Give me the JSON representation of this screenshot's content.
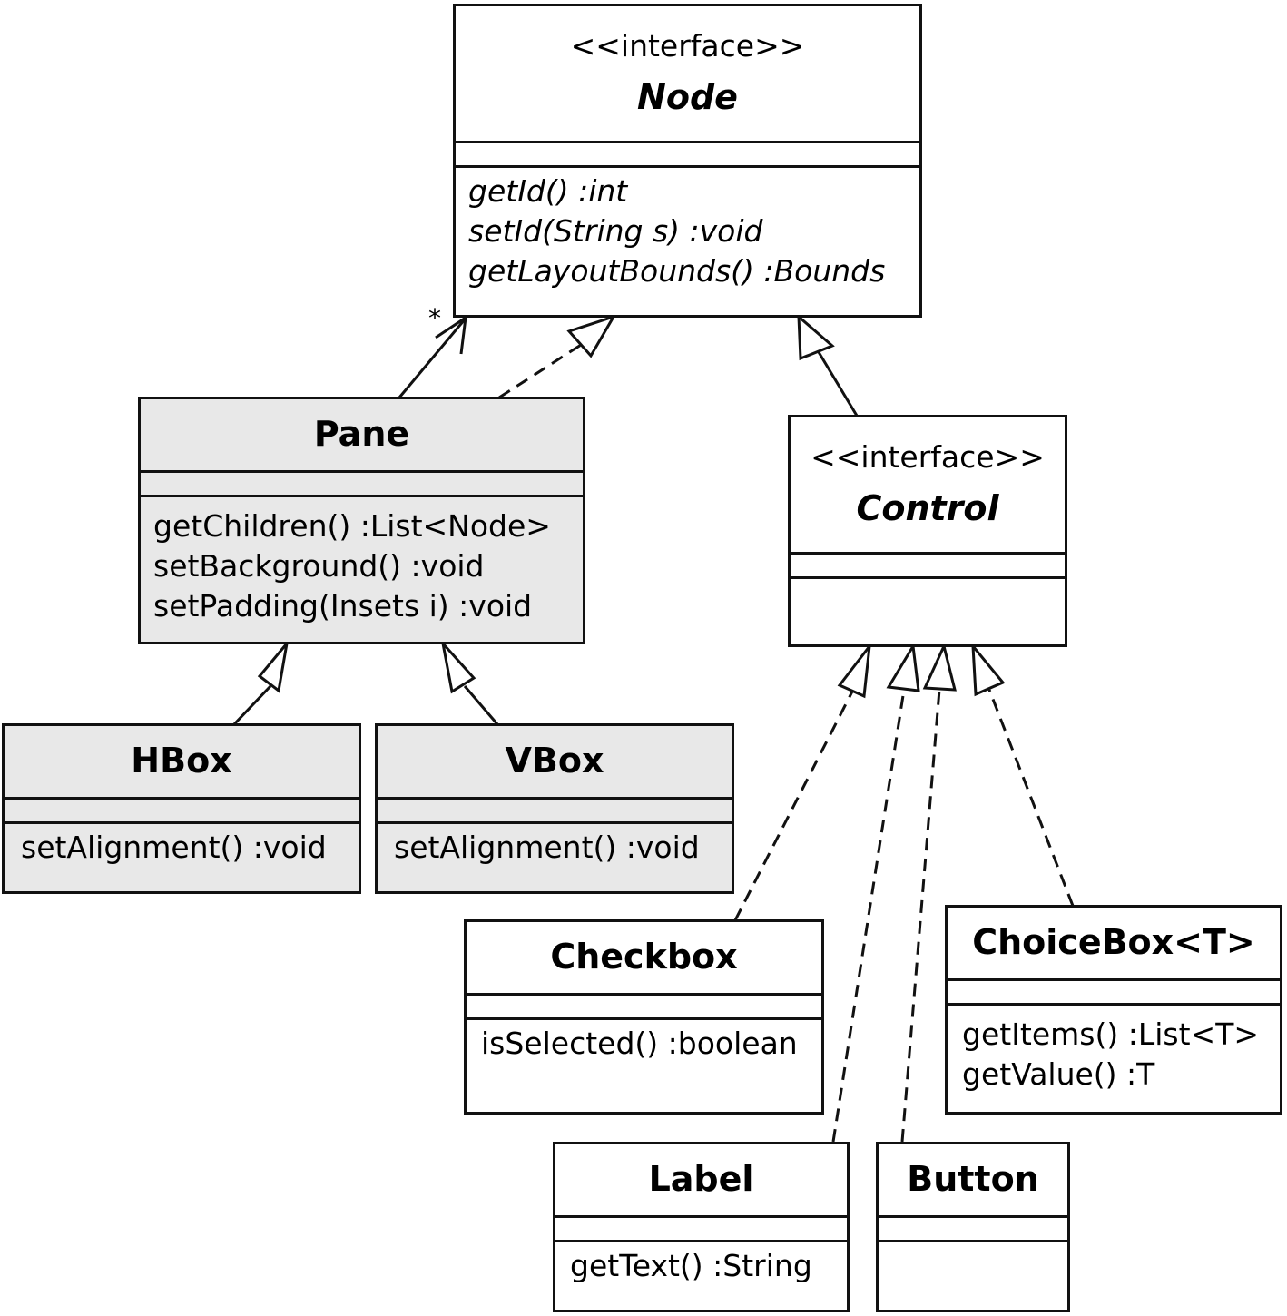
{
  "classes": {
    "node": {
      "stereotype": "<<interface>>",
      "name": "Node",
      "ops": [
        "getId() :int",
        "setId(String s) :void",
        "getLayoutBounds() :Bounds"
      ]
    },
    "pane": {
      "name": "Pane",
      "ops": [
        "getChildren() :List<Node>",
        "setBackground() :void",
        "setPadding(Insets i) :void"
      ]
    },
    "control": {
      "stereotype": "<<interface>>",
      "name": "Control"
    },
    "hbox": {
      "name": "HBox",
      "ops": [
        "setAlignment() :void"
      ]
    },
    "vbox": {
      "name": "VBox",
      "ops": [
        "setAlignment() :void"
      ]
    },
    "checkbox": {
      "name": "Checkbox",
      "ops": [
        "isSelected() :boolean"
      ]
    },
    "choicebox": {
      "name": "ChoiceBox<T>",
      "ops": [
        "getItems() :List<T>",
        "getValue() :T"
      ]
    },
    "label": {
      "name": "Label",
      "ops": [
        "getText() :String"
      ]
    },
    "button": {
      "name": "Button"
    }
  },
  "multiplicity": "*"
}
